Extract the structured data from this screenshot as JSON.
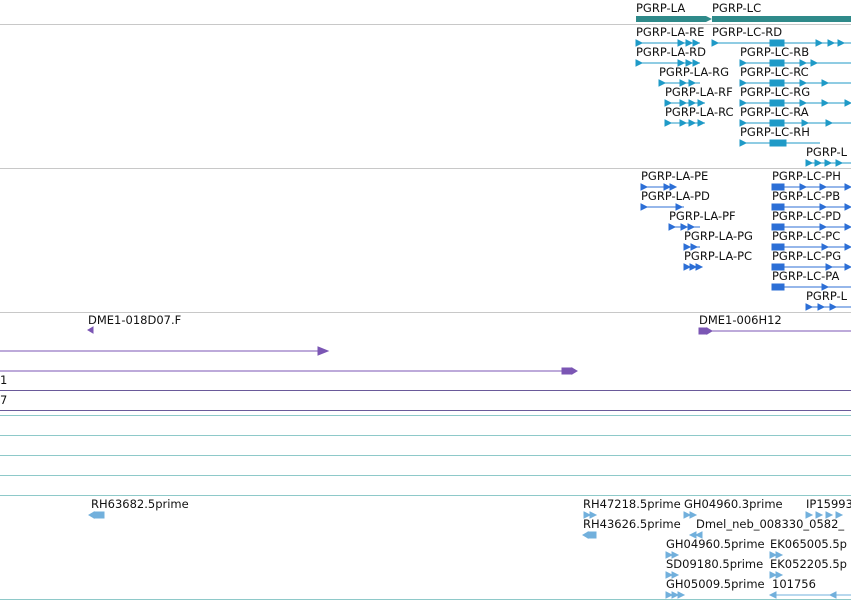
{
  "colors": {
    "gene": "#2f8a8a",
    "rna": "#1f9ac7",
    "cds": "#2c6fd6",
    "clone": "#7b56b4",
    "est": "#72b0dc",
    "separator_gray": "#c8c8c8",
    "separator_teal": "#8ec9c9",
    "separator_purple": "#a99ad0",
    "line_dark": "#555555"
  },
  "gene_track": {
    "labels": [
      "PGRP-LA",
      "PGRP-LC"
    ]
  },
  "transcript_track": {
    "labels": [
      "PGRP-LA-RE",
      "PGRP-LC-RD",
      "PGRP-LA-RD",
      "PGRP-LC-RB",
      "PGRP-LA-RG",
      "PGRP-LC-RC",
      "PGRP-LA-RF",
      "PGRP-LC-RG",
      "PGRP-LA-RC",
      "PGRP-LC-RA",
      "PGRP-LC-RH",
      "PGRP-L"
    ]
  },
  "cds_track": {
    "labels": [
      "PGRP-LA-PE",
      "PGRP-LC-PH",
      "PGRP-LA-PD",
      "PGRP-LC-PB",
      "PGRP-LA-PF",
      "PGRP-LC-PD",
      "PGRP-LA-PG",
      "PGRP-LC-PC",
      "PGRP-LA-PC",
      "PGRP-LC-PG",
      "PGRP-LC-PA",
      "PGRP-L"
    ]
  },
  "clone_track": {
    "labels": [
      "DME1-018D07.F",
      "DME1-006H12",
      "1",
      "7"
    ]
  },
  "est_track": {
    "labels": [
      "RH63682.5prime",
      "RH47218.5prime",
      "GH04960.3prime",
      "IP15993",
      "RH43626.5prime",
      "Dmel_neb_008330_0582_",
      "GH04960.5prime",
      "EK065005.5p",
      "SD09180.5prime",
      "EK052205.5p",
      "GH05009.5prime",
      "101756"
    ]
  }
}
